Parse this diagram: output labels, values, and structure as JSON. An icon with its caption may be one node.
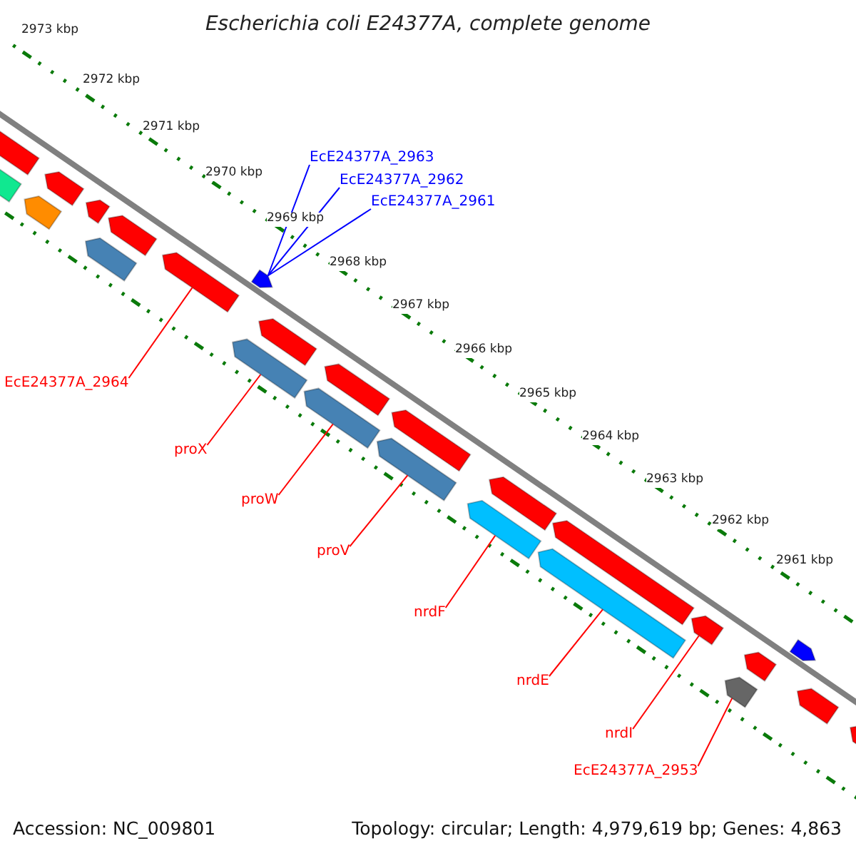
{
  "diagram": {
    "title": "Escherichia coli E24377A, complete genome",
    "nodes": [
      {
        "text": [
          "EcE24377A_2963"
        ]
      },
      {
        "text": [
          "EcE24377A_2962"
        ]
      },
      {
        "text": [
          "EcE24377A_2961"
        ]
      },
      {
        "text": [],
        "shape": "bar"
      },
      {
        "text": [],
        "shape": "bar"
      },
      {
        "text": [],
        "shape": "bar"
      },
      {
        "text": [],
        "shape": "bar"
      },
      {
        "text": [],
        "shape": "bar"
      },
      {
        "text": [],
        "shape": "bar"
      },
      {
        "text": [],
        "shape": "bar"
      },
      {
        "text": [],
        "shape": "bar"
      },
      {
        "text": [],
        "shape": "bar"
      },
      {
        "text": [
          "EcE24377A_2964"
        ]
      },
      {
        "text": [],
        "shape": "bar"
      },
      {
        "text": [],
        "shape": "bar"
      },
      {
        "text": [
          "proX"
        ]
      },
      {
        "text": [],
        "shape": "bar"
      },
      {
        "text": [],
        "shape": "bar"
      },
      {
        "text": [
          "proW"
        ]
      },
      {
        "text": [],
        "shape": "bar"
      },
      {
        "text": [],
        "shape": "bar"
      },
      {
        "text": [
          "proV"
        ]
      },
      {
        "text": [],
        "shape": "bar"
      },
      {
        "text": [],
        "shape": "bar"
      },
      {
        "text": [
          "nrdF"
        ]
      },
      {
        "text": [],
        "shape": "bar"
      },
      {
        "text": [],
        "shape": "bar"
      },
      {
        "text": [
          "nrdE"
        ]
      },
      {
        "text": [],
        "shape": "bar"
      },
      {
        "text": [
          "nrdI"
        ]
      },
      {
        "text": [],
        "shape": "bar"
      },
      {
        "text": [],
        "shape": "bar"
      },
      {
        "text": [
          "EcE24377A_2953"
        ]
      },
      {
        "text": [],
        "shape": "bar"
      },
      {
        "text": [],
        "shape": "bar"
      },
      {
        "text": [],
        "shape": "bar"
      }
    ],
    "edges": [
      {
        "from": 0,
        "to": 11,
        "arrow": "none",
        "color": "#0000ff"
      },
      {
        "from": 1,
        "to": 11,
        "arrow": "none",
        "color": "#0000ff"
      },
      {
        "from": 2,
        "to": 11,
        "arrow": "none",
        "color": "#0000ff"
      },
      {
        "from": 12,
        "to": 10,
        "arrow": "none"
      },
      {
        "from": 15,
        "to": 13,
        "arrow": "none"
      },
      {
        "from": 18,
        "to": 16,
        "arrow": "none"
      },
      {
        "from": 21,
        "to": 19,
        "arrow": "none"
      },
      {
        "from": 24,
        "to": 22,
        "arrow": "none"
      },
      {
        "from": 27,
        "to": 25,
        "arrow": "none"
      },
      {
        "from": 29,
        "to": 28,
        "arrow": "none"
      },
      {
        "from": 32,
        "to": 30,
        "arrow": "none"
      }
    ],
    "labels": [
      "2973 kbp",
      "2972 kbp",
      "2971 kbp",
      "2970 kbp",
      "2969 kbp",
      "2968 kbp",
      "2967 kbp",
      "2966 kbp",
      "2965 kbp",
      "2964 kbp",
      "2963 kbp",
      "2962 kbp",
      "2961 kbp",
      "Accession: NC_009801",
      "Topology: circular; Length: 4,979,619 bp; Genes: 4,863"
    ]
  }
}
